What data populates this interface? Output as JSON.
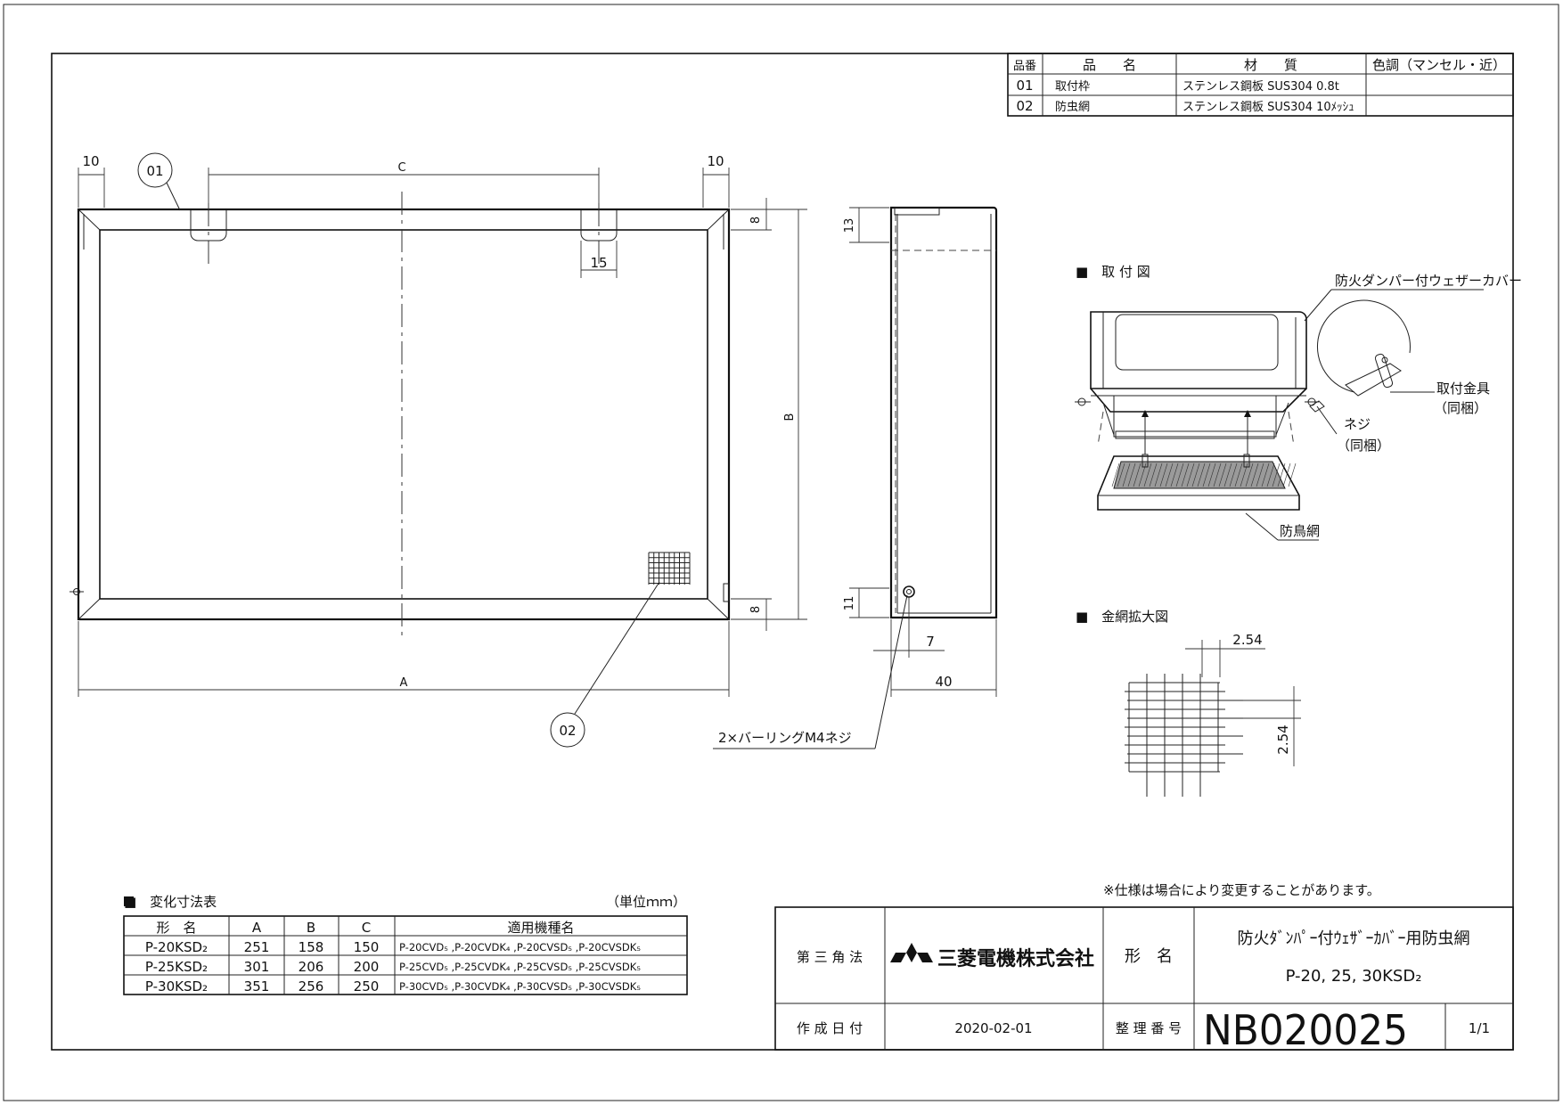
{
  "parts_table": {
    "headers": [
      "品番",
      "品　　名",
      "材　　質",
      "色調（マンセル・近）"
    ],
    "rows": [
      {
        "no": "01",
        "name": "取付枠",
        "material": "ステンレス鋼板 SUS304 0.8t",
        "color": ""
      },
      {
        "no": "02",
        "name": "防虫網",
        "material": "ステンレス鋼板 SUS304 10ﾒｯｼｭ",
        "color": ""
      }
    ]
  },
  "front_view": {
    "dims": {
      "left": "10",
      "right": "10",
      "c": "C",
      "b": "B",
      "a": "A",
      "tab": "15",
      "top": "8",
      "bottom": "8"
    },
    "callouts": {
      "frame": "01",
      "mesh": "02"
    }
  },
  "side_view": {
    "dims": {
      "top": "13",
      "bottom": "11",
      "offset": "7",
      "depth": "40"
    },
    "screw_note": "2×バーリングM4ネジ"
  },
  "install_view": {
    "title": "■　取 付 図",
    "labels": {
      "cover": "防火ダンパー付ウェザーカバー",
      "bracket": "取付金具",
      "bracket_sub": "（同梱）",
      "screw": "ネジ",
      "screw_sub": "（同梱）",
      "bird_net": "防鳥網"
    }
  },
  "mesh_view": {
    "title": "■　金網拡大図",
    "pitch_h": "2.54",
    "pitch_v": "2.54"
  },
  "size_table": {
    "title": "■　変化寸法表",
    "unit": "（単位ｍｍ）",
    "headers": [
      "形　名",
      "A",
      "B",
      "C",
      "適用機種名"
    ],
    "rows": [
      {
        "model": "P-20KSD₂",
        "a": "251",
        "b": "158",
        "c": "150",
        "apply": "P-20CVD₅ ,P-20CVDK₄ ,P-20CVSD₅ ,P-20CVSDK₅"
      },
      {
        "model": "P-25KSD₂",
        "a": "301",
        "b": "206",
        "c": "200",
        "apply": "P-25CVD₅ ,P-25CVDK₄ ,P-25CVSD₅ ,P-25CVSDK₅"
      },
      {
        "model": "P-30KSD₂",
        "a": "351",
        "b": "256",
        "c": "250",
        "apply": "P-30CVD₅ ,P-30CVDK₄ ,P-30CVSD₅ ,P-30CVSDK₅"
      }
    ]
  },
  "title_block": {
    "note": "※仕様は場合により変更することがあります。",
    "projection": "第 三 角 法",
    "company": "三菱電機株式会社",
    "type_label": "形　名",
    "product_name": "防火ﾀﾞﾝﾊﾟｰ付ｳｪｻﾞｰｶﾊﾞｰ用防虫網",
    "product_model": "P-20, 25, 30KSD₂",
    "date_label": "作 成 日 付",
    "date": "2020-02-01",
    "number_label": "整 理 番 号",
    "drawing_number": "NB020025",
    "sheet": "1/1"
  }
}
